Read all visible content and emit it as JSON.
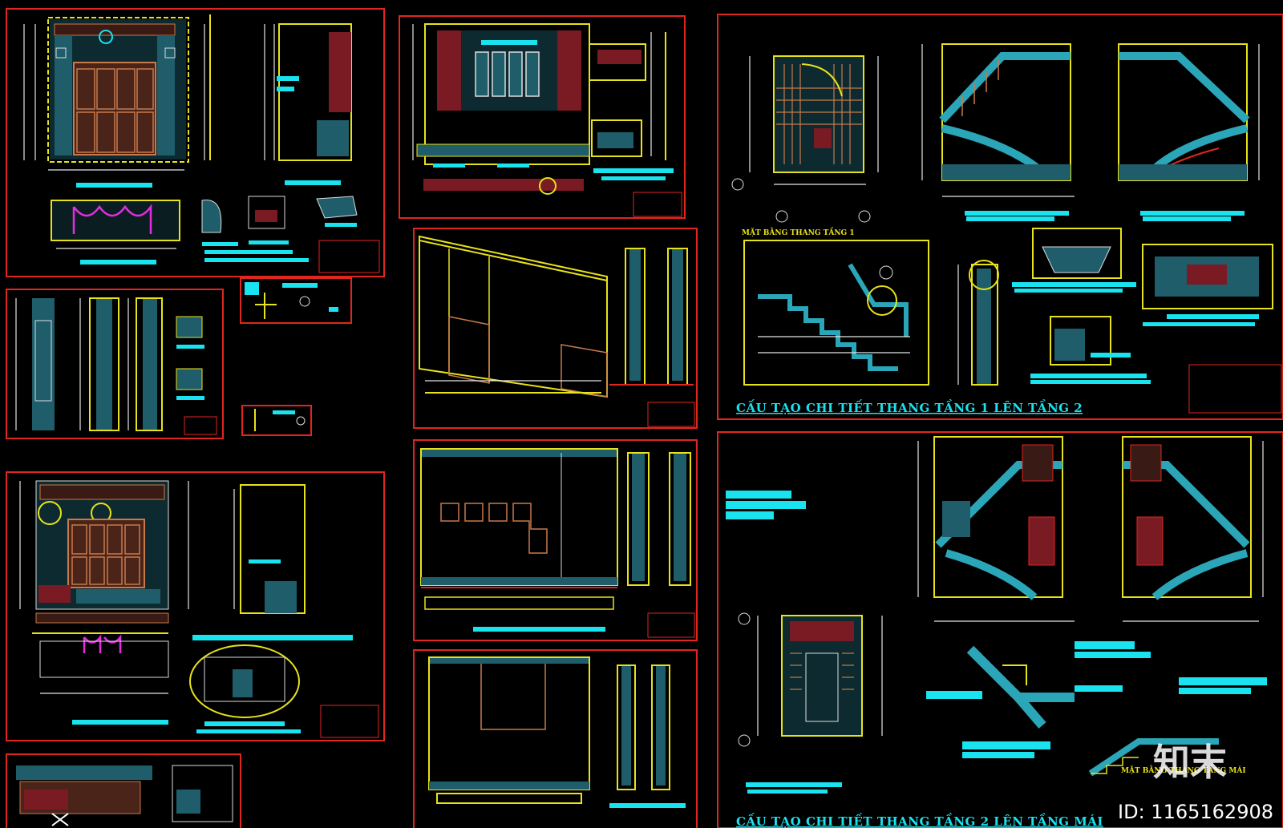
{
  "drawing_titles": {
    "stair_1_to_2": "CẤU TẠO CHI TIẾT THANG TẦNG 1 LÊN TẦNG 2",
    "stair_2_to_roof": "CẤU TẠO CHI TIẾT THANG TẦNG 2 LÊN TẦNG MÁI",
    "plan_label_1": "MẶT BẰNG THANG TẦNG 1",
    "plan_label_2": "MẶT BẰNG THANG TẦNG MÁI"
  },
  "watermark": {
    "logo": "知末",
    "id": "ID: 1165162908"
  },
  "colors": {
    "background": "#000000",
    "sheet_border": "#e0261f",
    "label_bar": "#19e3ef",
    "dimension_line": "#e7e21a",
    "hatch": "#1f5d6a",
    "wood": "#c87a4a"
  }
}
